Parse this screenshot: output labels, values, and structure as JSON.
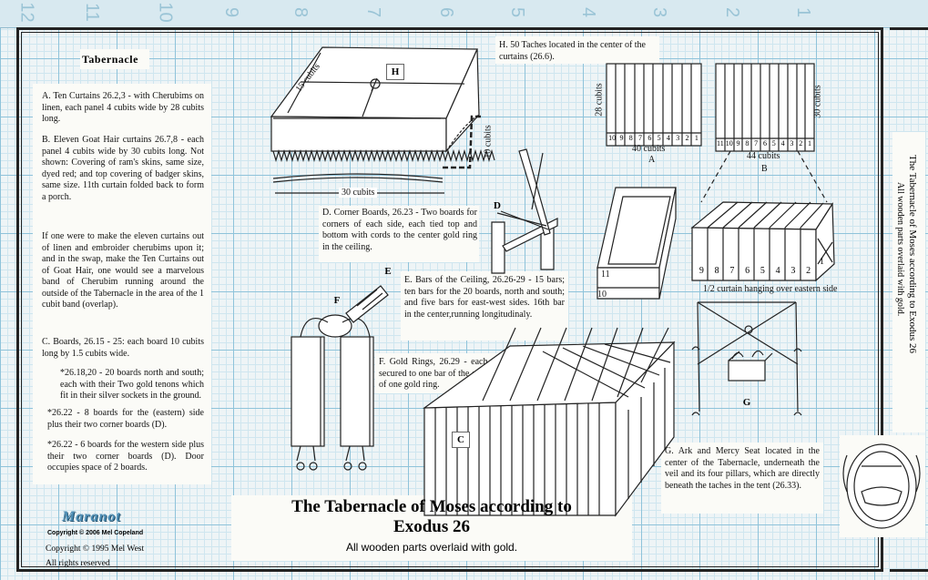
{
  "ruler": [
    "12",
    "11",
    "10",
    "9",
    "8",
    "7",
    "6",
    "5",
    "4",
    "3",
    "2",
    "1"
  ],
  "tab_title": "Tabernacle",
  "notes": {
    "a": "A. Ten Curtains 26.2,3 - with Cherubims on linen, each panel 4 cubits wide by 28 cubits long.",
    "b": "B. Eleven Goat Hair curtains 26.7,8 - each panel 4 cubits wide by 30 cubits long. Not shown: Covering of ram's skins, same size, dyed red; and top covering of badger skins, same size. 11th curtain folded back to form a porch.",
    "swap": "If one were to make the eleven curtains out of linen and embroider cherubims upon it; and in the swap, make the Ten Curtains out of Goat Hair, one would see a marvelous band of Cherubim running around the outside of the Tabernacle in the area of the 1 cubit band (overlap).",
    "c": "C. Boards, 26.15 - 25: each board 10 cubits long by 1.5 cubits wide.",
    "c1": "*26.18,20 - 20 boards north and south; each with their Two gold tenons which fit in their silver sockets in the ground.",
    "c2": "*26.22 - 8 boards for the (eastern) side plus their two corner boards (D).",
    "c3": "*26.22 - 6 boards for the western side plus their two corner boards (D). Door occupies space of 2 boards.",
    "d": "D. Corner Boards, 26.23 - Two boards for corners of each side, each tied top and bottom with cords to the center gold ring in the ceiling.",
    "e": "E. Bars of the Ceiling, 26.26-29 - 15 bars; ten bars for the 20 boards, north and south; and five bars for east-west sides. 16th bar in the center,running longitudinaly.",
    "f": "F. Gold Rings, 26.29 - each two boards secured to one bar of the ceiling by means of one gold ring.",
    "g": "G. Ark and Mercy Seat located in the center of the Tabernacle, underneath the veil and its four pillars, which are directly beneath the taches in the tent (26.33).",
    "h": "H. 50 Taches located in the center of the curtains (26.6)."
  },
  "labels": {
    "h": "H",
    "a": "A",
    "b": "B",
    "c": "C",
    "d": "D",
    "e": "E",
    "f": "F",
    "g": "G",
    "cubits15": "15 cubits",
    "cubits10": "10 cubits",
    "cubits30": "30 cubits",
    "cubits28": "28 cubits",
    "cubits40": "40 cubits",
    "cubits44": "44 cubits",
    "cubits30b": "30 cubits",
    "num10": "10",
    "num11": "11",
    "half_curtain": "1/2 curtain hanging over eastern side",
    "one": "1"
  },
  "panel_a_numbers": [
    "10",
    "9",
    "8",
    "7",
    "6",
    "5",
    "4",
    "3",
    "2",
    "1"
  ],
  "panel_b_numbers": [
    "11",
    "10",
    "9",
    "8",
    "7",
    "6",
    "5",
    "4",
    "3",
    "2",
    "1"
  ],
  "folded_numbers": [
    "9",
    "8",
    "7",
    "6",
    "5",
    "4",
    "3",
    "2"
  ],
  "title": {
    "line1": "The Tabernacle of Moses according to",
    "line2": "Exodus 26",
    "sub": "All wooden parts overlaid with gold."
  },
  "side_text": {
    "line1": "The Tabernacle of Moses according to Exodus 26",
    "line2": "All wooden parts overlaid with gold."
  },
  "credits": {
    "logo": "Maranot",
    "logo_copy": "Copyright © 2006 Mel Copeland",
    "copy": "Copyright © 1995 Mel West",
    "rights": "All rights reserved"
  }
}
